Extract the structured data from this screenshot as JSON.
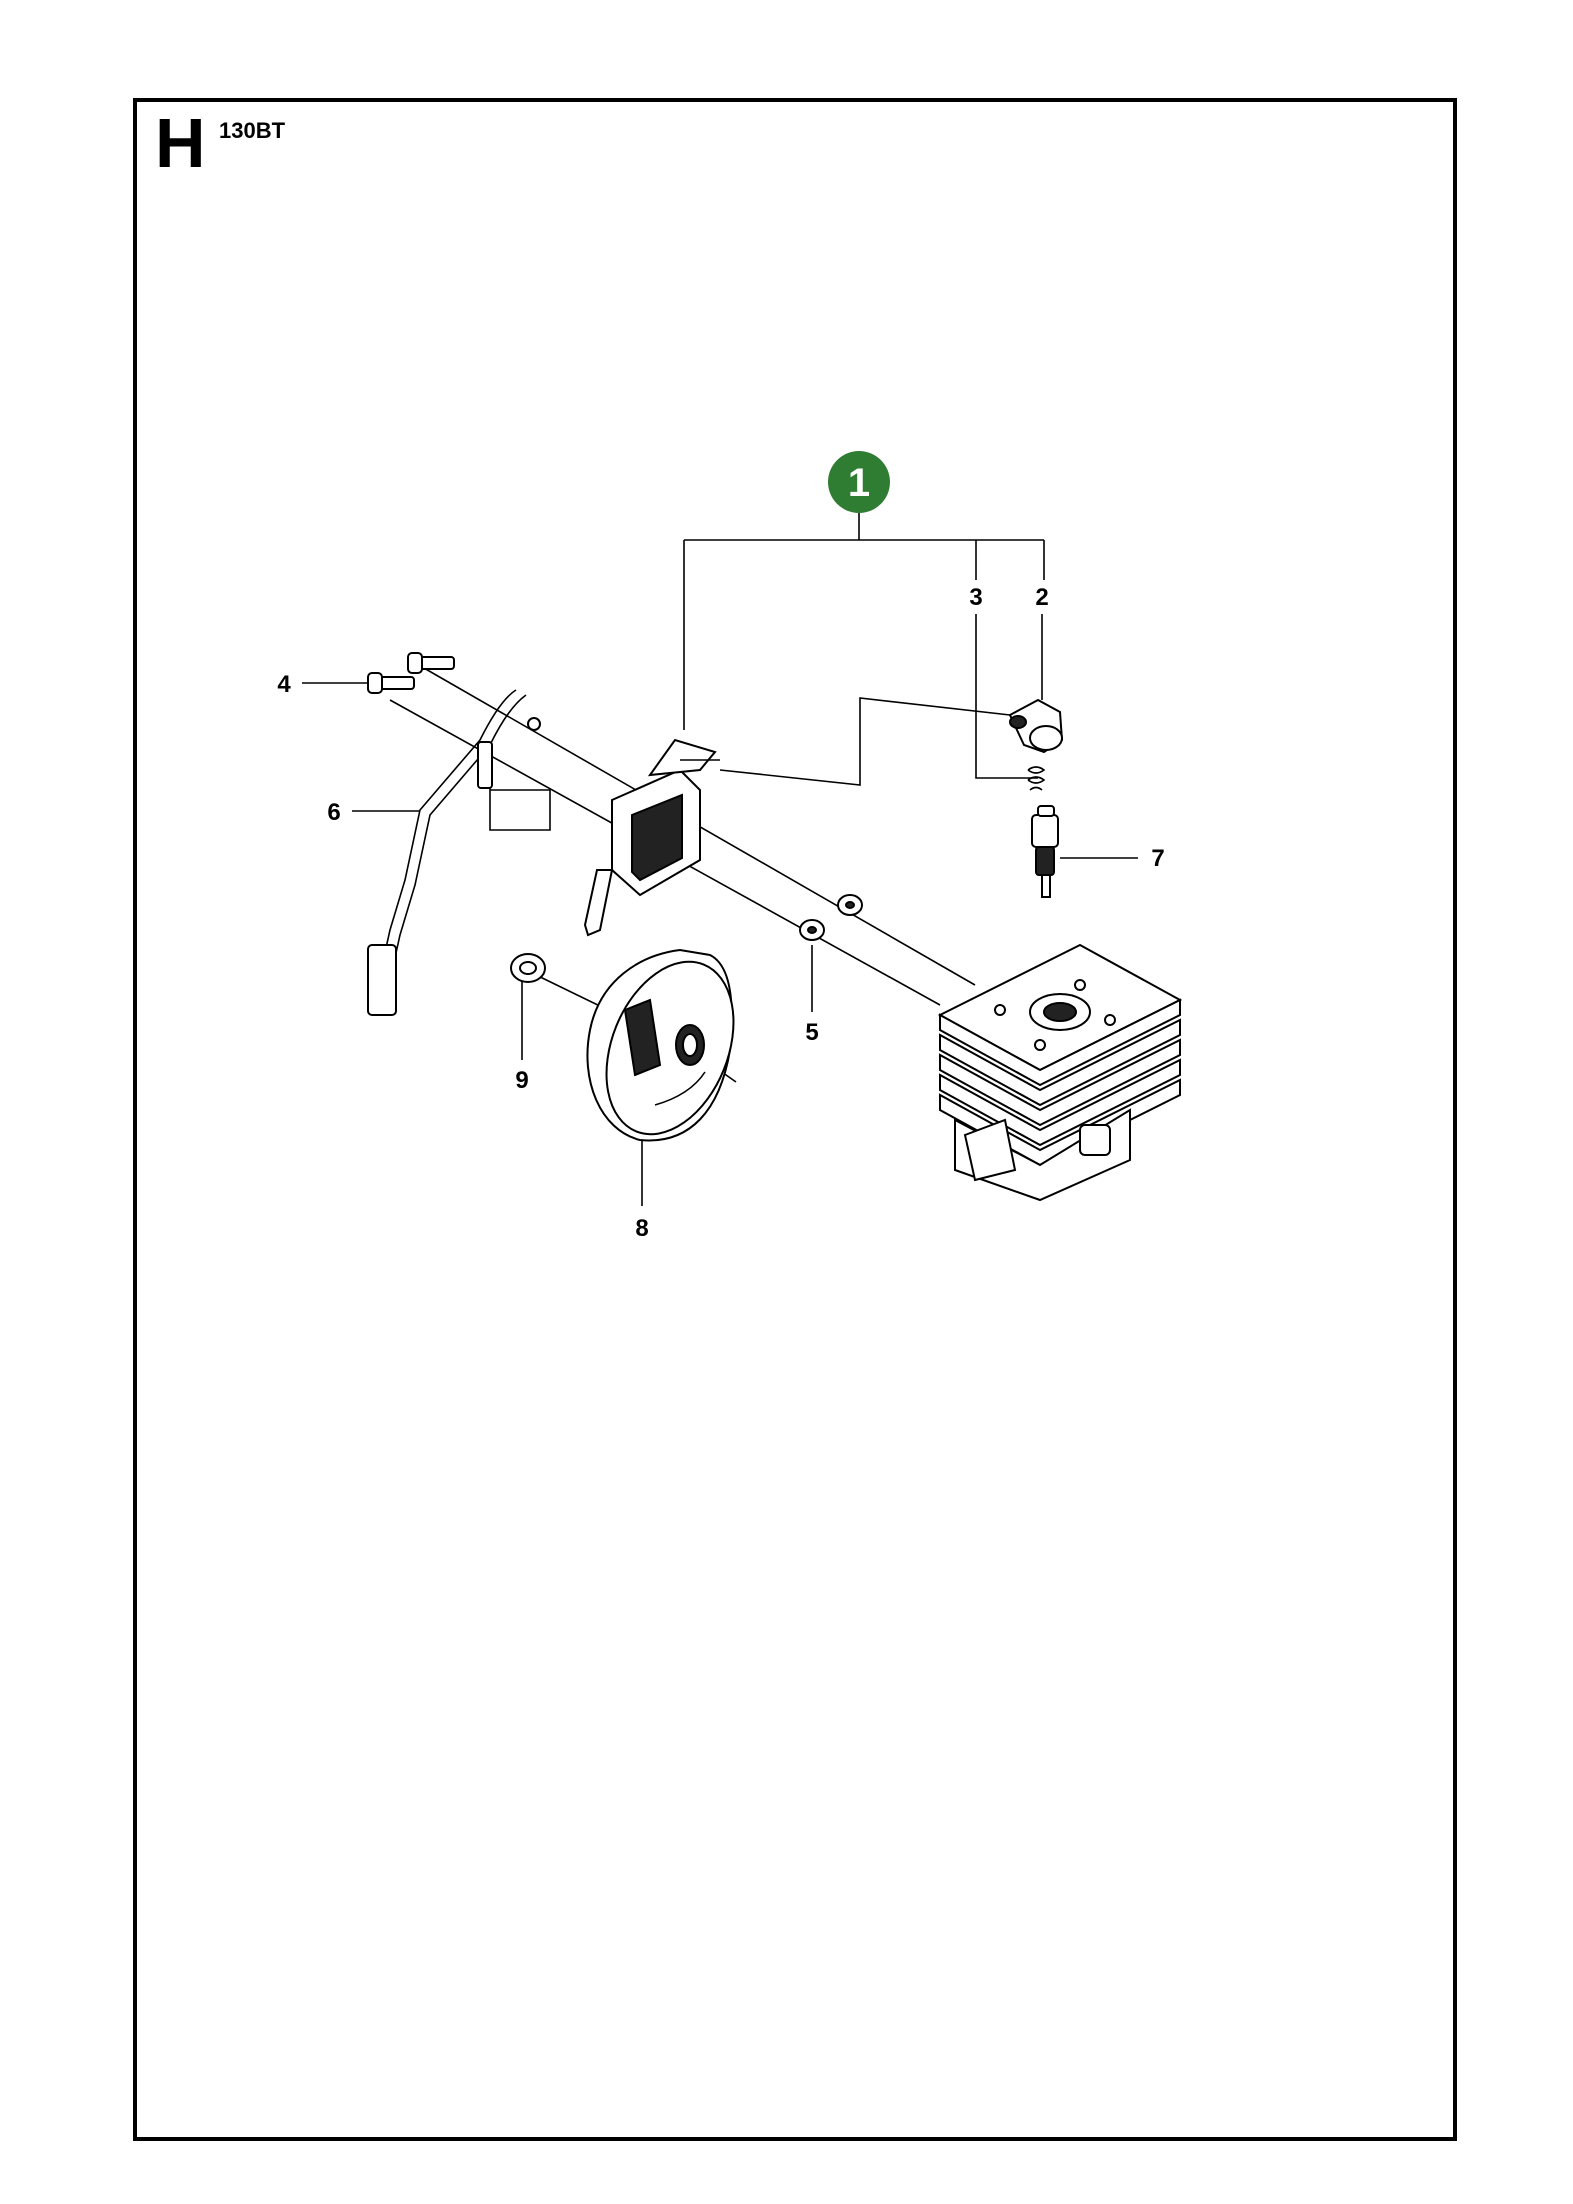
{
  "header": {
    "section_letter": "H",
    "model": "130BT"
  },
  "assembly": {
    "badge_number": "1",
    "badge_color": "#2e7d32"
  },
  "callouts": {
    "c2": "2",
    "c3": "3",
    "c4": "4",
    "c5": "5",
    "c6": "6",
    "c7": "7",
    "c8": "8",
    "c9": "9"
  }
}
